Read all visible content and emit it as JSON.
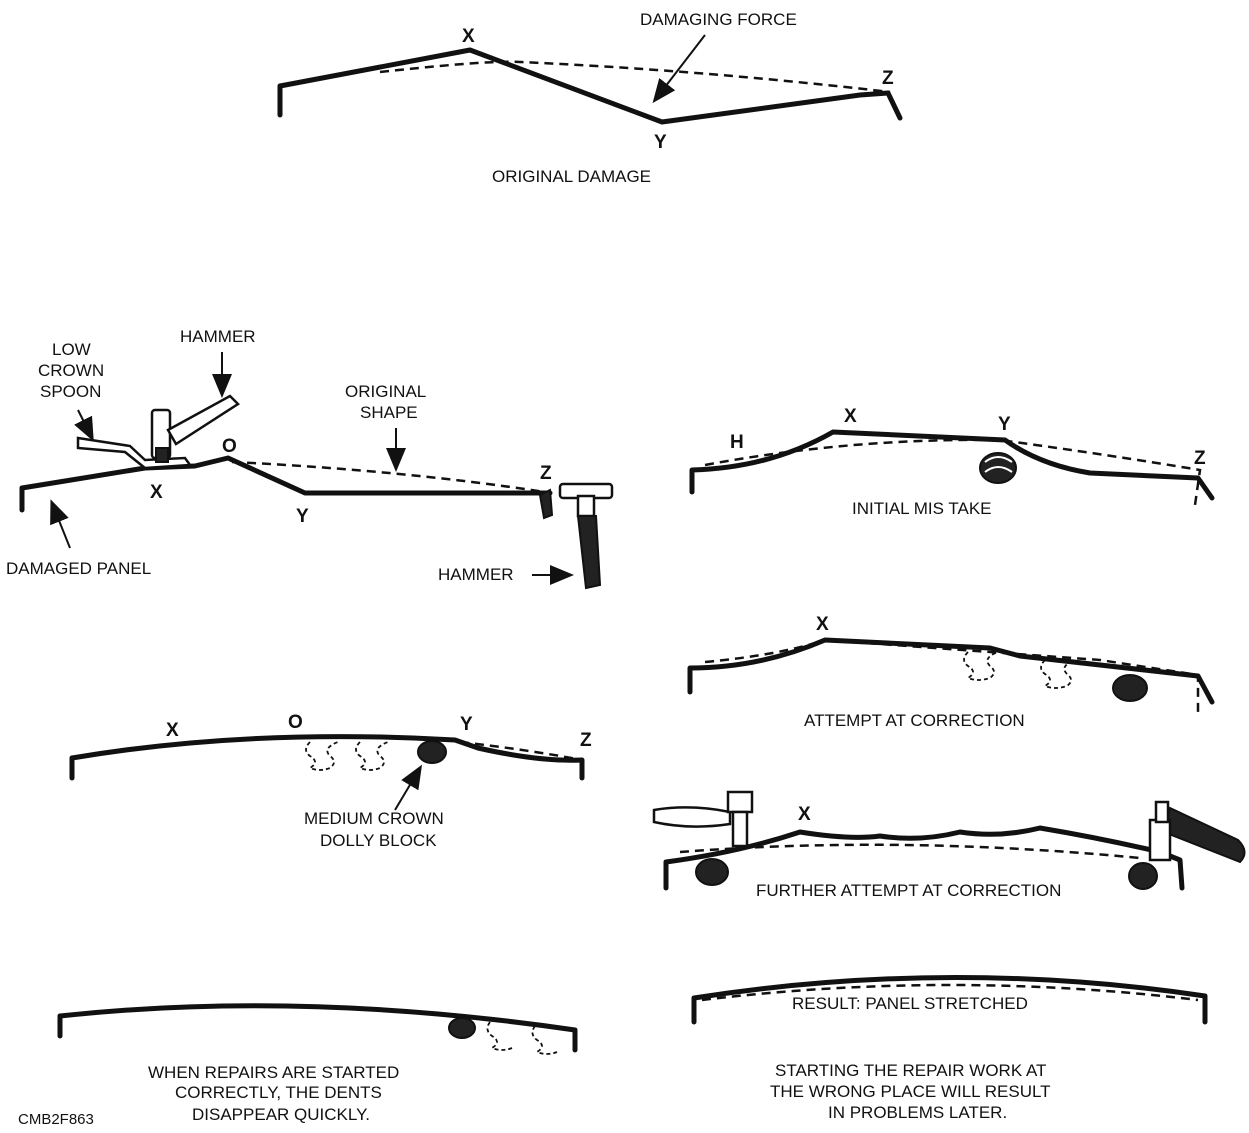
{
  "labels": {
    "damaging_force": "DAMAGING FORCE",
    "original_damage": "ORIGINAL DAMAGE",
    "low_crown_spoon": [
      "LOW",
      "CROWN",
      "SPOON"
    ],
    "hammer": "HAMMER",
    "original_shape": [
      "ORIGINAL",
      "SHAPE"
    ],
    "damaged_panel": "DAMAGED PANEL",
    "medium_crown_dolly": [
      "MEDIUM CROWN",
      "DOLLY BLOCK"
    ],
    "initial_mistake": "INITIAL MIS TAKE",
    "attempt_correction": "ATTEMPT AT CORRECTION",
    "further_attempt": "FURTHER ATTEMPT AT CORRECTION",
    "result": "RESULT:  PANEL STRETCHED",
    "left_caption": [
      "WHEN REPAIRS ARE STARTED",
      "CORRECTLY, THE DENTS",
      "DISAPPEAR QUICKLY."
    ],
    "right_caption": [
      "STARTING THE REPAIR WORK AT",
      "THE WRONG PLACE WILL RESULT",
      "IN PROBLEMS LATER."
    ],
    "figure_id": "CMB2F863"
  },
  "points": {
    "x": "X",
    "y": "Y",
    "z": "Z",
    "o": "O",
    "h": "H"
  }
}
